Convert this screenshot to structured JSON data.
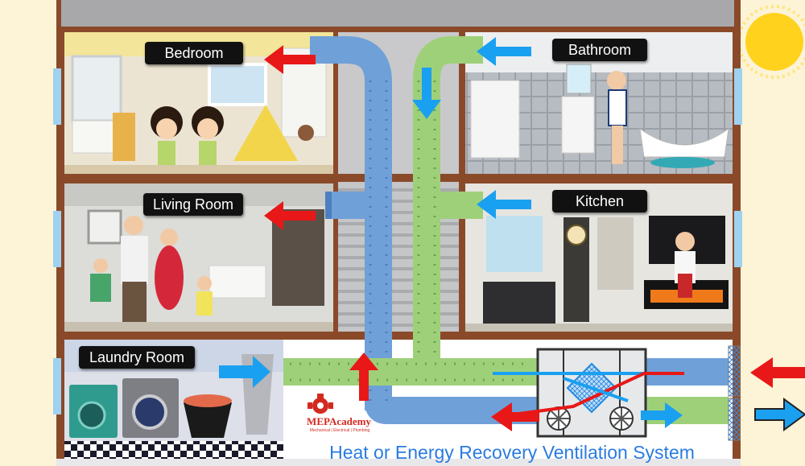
{
  "rooms": {
    "bedroom": "Bedroom",
    "bathroom": "Bathroom",
    "living_room": "Living Room",
    "kitchen": "Kitchen",
    "laundry_room": "Laundry Room"
  },
  "caption": "Heat or Energy Recovery Ventilation System",
  "logo": {
    "name": "MEPAcademy",
    "tagline": "Mechanical | Electrical | Plumbing"
  },
  "colors": {
    "supply_air": "#e81818",
    "exhaust_air": "#1aa0f0",
    "supply_duct": "#6fa0d8",
    "exhaust_duct": "#9ed07a",
    "frame": "#8a4a2a",
    "caption": "#2a7be0",
    "sun": "#ffd21e"
  },
  "icons": [
    "sun-icon",
    "arrow-right-icon",
    "arrow-left-icon",
    "arrow-up-icon",
    "arrow-down-icon",
    "gear-logo-icon",
    "fan-icon",
    "heat-exchanger-icon"
  ]
}
